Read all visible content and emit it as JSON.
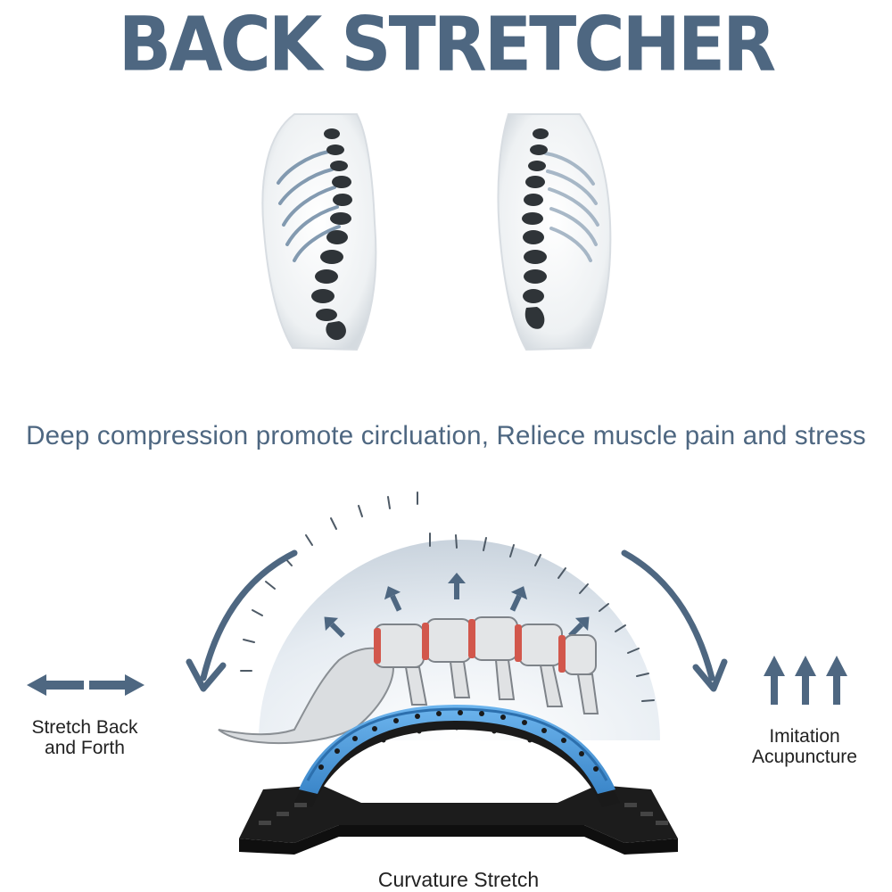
{
  "header": {
    "title": "BACK STRETCHER",
    "subtitle": "Deep compression promote circluation, Reliece muscle pain and stress"
  },
  "labels": {
    "stretch_line1": "Stretch Back",
    "stretch_line2": "and Forth",
    "acupuncture_line1": "Imitation",
    "acupuncture_line2": "Acupuncture",
    "curvature": "Curvature Stretch"
  },
  "colors": {
    "accent": "#4e6781",
    "stretcher_blue": "#4a97d8",
    "stretcher_black": "#1c1c1c",
    "disc_red": "#d2574c"
  },
  "icons": {
    "spine_left": "spine-illustration",
    "spine_right": "spine-illustration",
    "stretch_arrows": "double-horizontal-arrow-icon",
    "acupuncture_arrows": "triple-up-arrow-icon"
  }
}
